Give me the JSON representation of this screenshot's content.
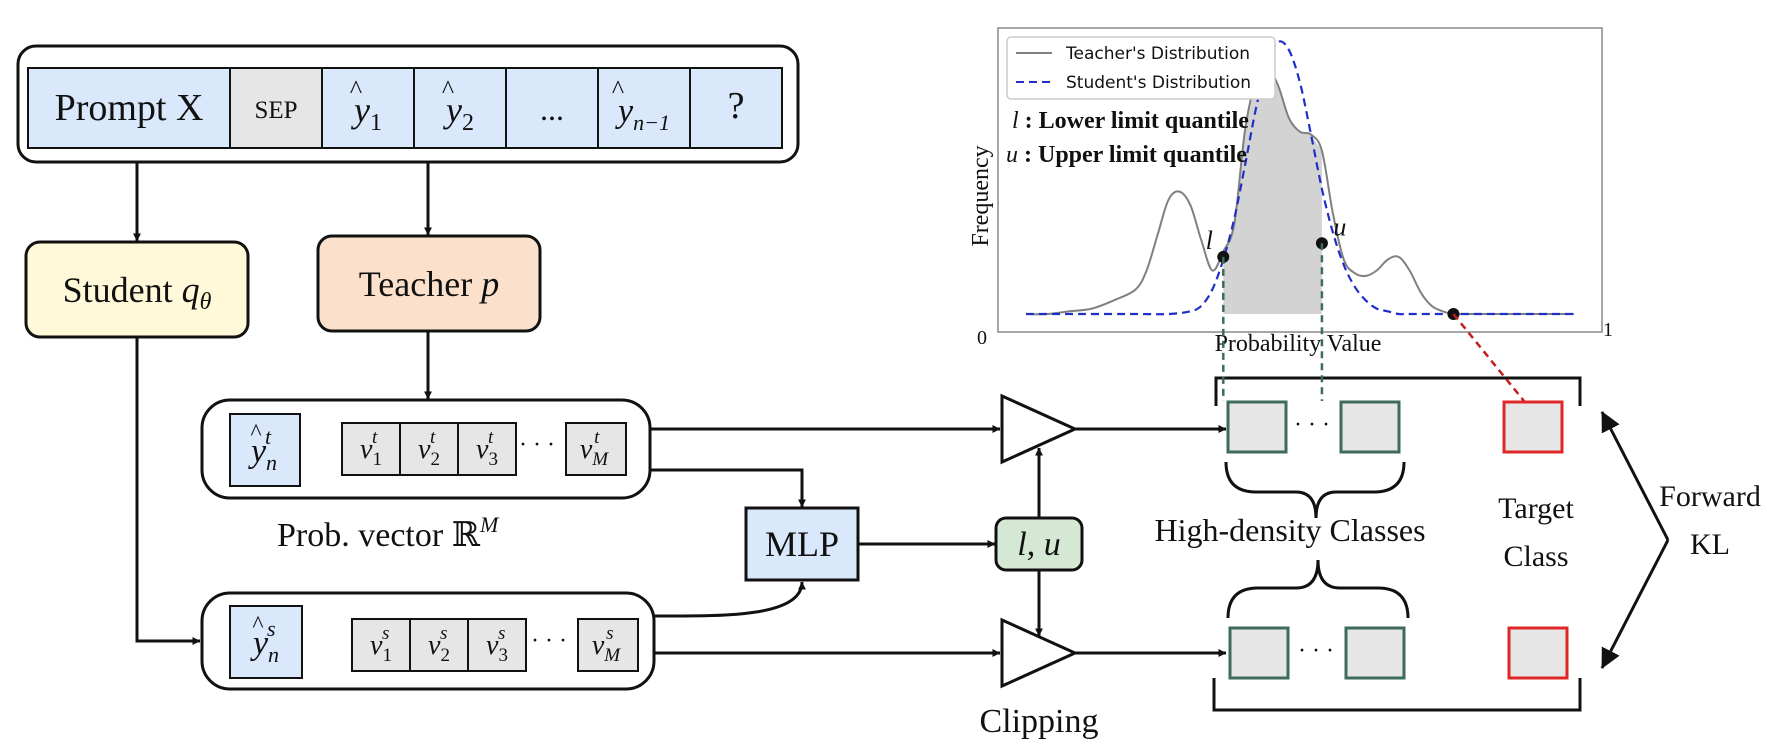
{
  "colors": {
    "blue_fill": "#dae8fc",
    "gray_fill": "#e6e6e6",
    "yellow_fill": "#fff9d9",
    "orange_fill": "#fbe1cc",
    "green_fill": "#d5e8d4",
    "green_stroke": "#3d6b5c",
    "red_stroke": "#e02727",
    "student_curve": "#1f2fc8",
    "teacher_curve": "#808080",
    "shade": "#d3d3d3"
  },
  "prompt_row": {
    "prompt": "Prompt X",
    "sep": "SEP",
    "y1_base": "y",
    "y1_sub": "1",
    "y2_base": "y",
    "y2_sub": "2",
    "dots": "...",
    "yn1_base": "y",
    "yn1_sub": "n−1",
    "question": "?"
  },
  "student": {
    "label": "Student ",
    "sym": "q",
    "sub": "θ"
  },
  "teacher": {
    "label": "Teacher ",
    "sym": "p"
  },
  "teacher_vec": {
    "yhat_base": "y",
    "yhat_sup": "t",
    "yhat_sub": "n",
    "cells": [
      {
        "base": "v",
        "sup": "t",
        "sub": "1"
      },
      {
        "base": "v",
        "sup": "t",
        "sub": "2"
      },
      {
        "base": "v",
        "sup": "t",
        "sub": "3"
      }
    ],
    "dots": "· · ·",
    "last": {
      "base": "v",
      "sup": "t",
      "sub": "M"
    }
  },
  "student_vec": {
    "yhat_base": "y",
    "yhat_sup": "s",
    "yhat_sub": "n",
    "cells": [
      {
        "base": "v",
        "sup": "s",
        "sub": "1"
      },
      {
        "base": "v",
        "sup": "s",
        "sub": "2"
      },
      {
        "base": "v",
        "sup": "s",
        "sub": "3"
      }
    ],
    "dots": "· · ·",
    "last": {
      "base": "v",
      "sup": "s",
      "sub": "M"
    }
  },
  "prob_vector": {
    "text": "Prob. vector ",
    "space": "ℝ",
    "sup": "M"
  },
  "mlp": "MLP",
  "lu_box": "l, u",
  "clipping": "Clipping",
  "high_density": "High-density Classes",
  "target_class": [
    "Target",
    "Class"
  ],
  "forward_kl": [
    "Forward",
    "KL"
  ],
  "class_dots": "· · ·",
  "chart_data": {
    "type": "line",
    "ylabel": "Frequency",
    "xlabel": "Probability Value",
    "xlim": [
      0,
      1
    ],
    "x_tick_labels": [
      "0",
      "1"
    ],
    "legend": [
      "Teacher's Distribution",
      "Student's Distribution"
    ],
    "legend_placement": "top-left",
    "annotations": {
      "l_key": "l",
      "l_desc": ": Lower limit quantile",
      "u_key": "u",
      "u_desc": ": Upper limit quantile",
      "l_point_label": "l",
      "u_point_label": "u"
    },
    "series": [
      {
        "name": "Teacher's Distribution",
        "style": "solid",
        "x": [
          0.0,
          0.04,
          0.08,
          0.12,
          0.16,
          0.2,
          0.22,
          0.24,
          0.26,
          0.28,
          0.3,
          0.32,
          0.34,
          0.36,
          0.38,
          0.4,
          0.42,
          0.44,
          0.46,
          0.48,
          0.5,
          0.52,
          0.54,
          0.56,
          0.58,
          0.6,
          0.62,
          0.64,
          0.66,
          0.68,
          0.7,
          0.72,
          0.74,
          0.76,
          0.78,
          0.8,
          0.84,
          0.88,
          0.92,
          0.96,
          1.0
        ],
        "y": [
          0.0,
          0.0,
          0.01,
          0.02,
          0.05,
          0.09,
          0.16,
          0.29,
          0.42,
          0.45,
          0.4,
          0.27,
          0.16,
          0.23,
          0.33,
          0.68,
          0.86,
          0.91,
          0.84,
          0.72,
          0.67,
          0.66,
          0.6,
          0.37,
          0.2,
          0.15,
          0.14,
          0.16,
          0.2,
          0.21,
          0.16,
          0.08,
          0.03,
          0.01,
          0.0,
          0.0,
          0.0,
          0.0,
          0.0,
          0.0,
          0.0
        ]
      },
      {
        "name": "Student's Distribution",
        "style": "dashed",
        "x": [
          0.0,
          0.1,
          0.2,
          0.26,
          0.3,
          0.32,
          0.34,
          0.36,
          0.38,
          0.4,
          0.42,
          0.44,
          0.46,
          0.48,
          0.5,
          0.52,
          0.54,
          0.56,
          0.58,
          0.6,
          0.62,
          0.64,
          0.66,
          0.68,
          0.7,
          0.8,
          0.9,
          1.0
        ],
        "y": [
          0.0,
          0.0,
          0.0,
          0.0,
          0.01,
          0.03,
          0.09,
          0.2,
          0.35,
          0.55,
          0.76,
          0.92,
          1.0,
          0.97,
          0.85,
          0.66,
          0.46,
          0.3,
          0.18,
          0.1,
          0.05,
          0.02,
          0.01,
          0.0,
          0.0,
          0.0,
          0.0,
          0.0
        ]
      }
    ],
    "shaded_range": [
      0.36,
      0.54
    ],
    "quantile_points": {
      "l": [
        0.36,
        0.21
      ],
      "u": [
        0.54,
        0.26
      ]
    },
    "target_point": [
      0.78,
      0.0
    ]
  }
}
